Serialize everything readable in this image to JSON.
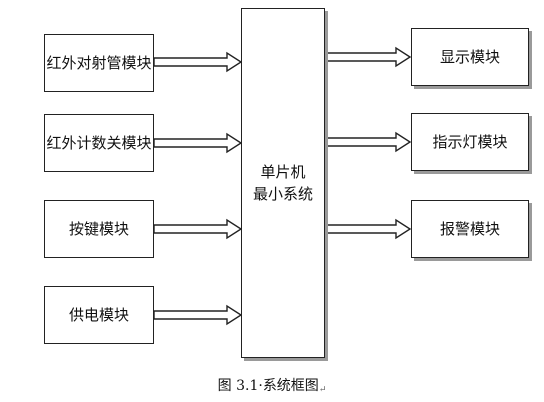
{
  "left_modules": [
    {
      "label": "红外对射管模块"
    },
    {
      "label": "红外计数关模块"
    },
    {
      "label": "按键模块"
    },
    {
      "label": "供电模块"
    }
  ],
  "center": {
    "line1": "单片机",
    "line2": "最小系统"
  },
  "right_modules": [
    {
      "label": "显示模块"
    },
    {
      "label": "指示灯模块"
    },
    {
      "label": "报警模块"
    }
  ],
  "caption": {
    "fig": "图 3.1",
    "sep": "·",
    "title": "系统框图",
    "end_mark": "↵"
  }
}
